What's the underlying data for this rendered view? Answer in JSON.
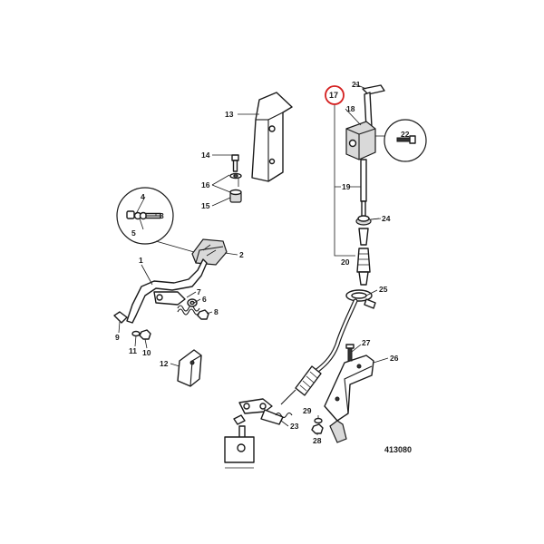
{
  "diagram": {
    "reference_number": "413080",
    "highlight_color": "#d42020",
    "highlighted_part": "17",
    "callouts": [
      "1",
      "2",
      "3",
      "4",
      "5",
      "6",
      "7",
      "8",
      "9",
      "10",
      "11",
      "12",
      "13",
      "14",
      "15",
      "16",
      "17",
      "18",
      "19",
      "20",
      "21",
      "22",
      "23",
      "24",
      "25",
      "26",
      "27",
      "28",
      "29"
    ]
  }
}
